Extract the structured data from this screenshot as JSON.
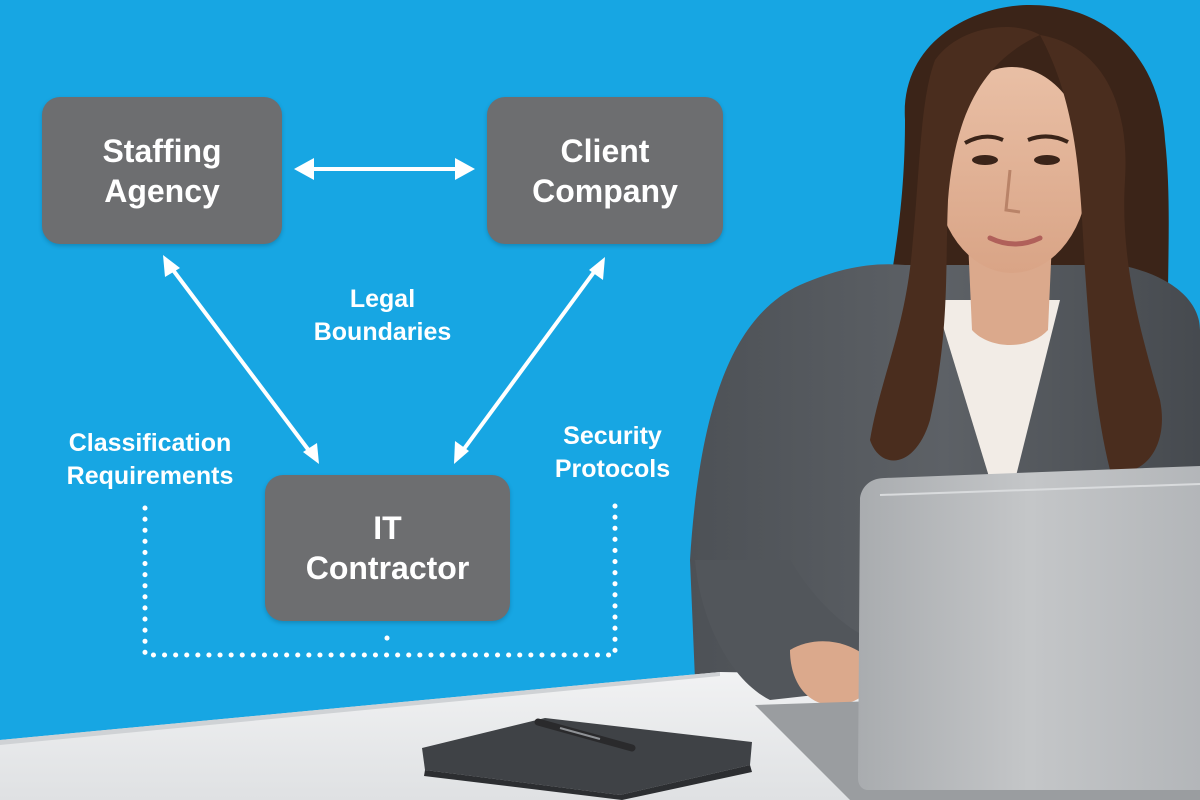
{
  "diagram": {
    "nodes": {
      "staffing_agency": {
        "line1": "Staffing",
        "line2": "Agency"
      },
      "client_company": {
        "line1": "Client",
        "line2": "Company"
      },
      "it_contractor": {
        "line1": "IT",
        "line2": "Contractor"
      }
    },
    "labels": {
      "legal_boundaries": {
        "line1": "Legal",
        "line2": "Boundaries"
      },
      "classification_requirements": {
        "line1": "Classification",
        "line2": "Requirements"
      },
      "security_protocols": {
        "line1": "Security",
        "line2": "Protocols"
      }
    },
    "edges": [
      {
        "from": "staffing_agency",
        "to": "client_company",
        "style": "double-arrow"
      },
      {
        "from": "staffing_agency",
        "to": "it_contractor",
        "style": "double-arrow"
      },
      {
        "from": "client_company",
        "to": "it_contractor",
        "style": "double-arrow"
      },
      {
        "from": "classification_requirements",
        "to": "security_protocols",
        "style": "dotted-bracket"
      }
    ]
  },
  "colors": {
    "background": "#17a6e3",
    "node_fill": "#6d6e70",
    "text": "#ffffff",
    "arrow": "#ffffff"
  },
  "photo": {
    "subject": "woman-working-on-laptop-icon"
  }
}
